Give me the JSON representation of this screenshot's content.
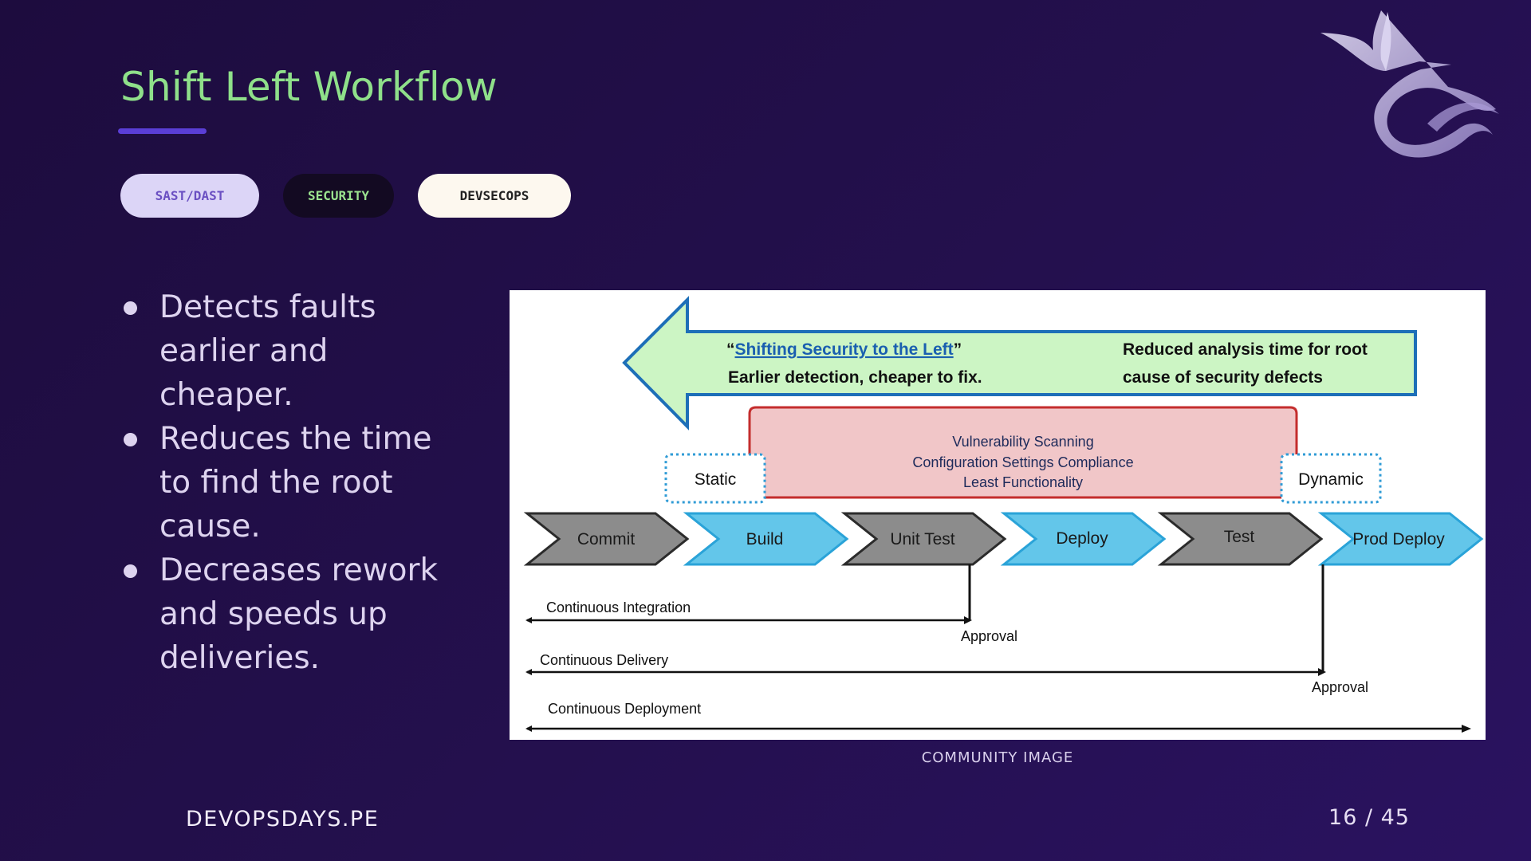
{
  "slide": {
    "title": "Shift Left Workflow",
    "tags": [
      "SAST/DAST",
      "SECURITY",
      "DEVSECOPS"
    ],
    "bullets": [
      "Detects faults earlier and cheaper.",
      "Reduces the time to find the root cause.",
      "Decreases rework and speeds up deliveries."
    ],
    "image_caption": "COMMUNITY IMAGE",
    "footer_brand": "DEVOPSDAYS.PE",
    "page_indicator": "16 / 45"
  },
  "diagram": {
    "arrow_quote_open": "“",
    "arrow_link": "Shifting Security to the Left",
    "arrow_quote_close": "”",
    "arrow_line2": "Earlier detection, cheaper to fix.",
    "arrow_right_line1": "Reduced analysis time for root",
    "arrow_right_line2": "cause of security defects",
    "red_box_lines": [
      "Vulnerability Scanning",
      "Configuration Settings Compliance",
      "Least Functionality"
    ],
    "static_label": "Static",
    "dynamic_label": "Dynamic",
    "stages": [
      "Commit",
      "Build",
      "Unit Test",
      "Deploy",
      "Test",
      "Prod Deploy"
    ],
    "ci_label": "Continuous Integration",
    "approval_1": "Approval",
    "cdel_label": "Continuous Delivery",
    "approval_2": "Approval",
    "cdep_label": "Continuous Deployment",
    "colors": {
      "arrow_fill": "#ccf5c4",
      "arrow_stroke": "#1d6fb8",
      "red_fill": "#f1c6c8",
      "red_stroke": "#c42d2d",
      "dotted_stroke": "#2f9bd6",
      "gray_stage": "#8c8c8c",
      "blue_stage": "#63c6ea"
    }
  }
}
